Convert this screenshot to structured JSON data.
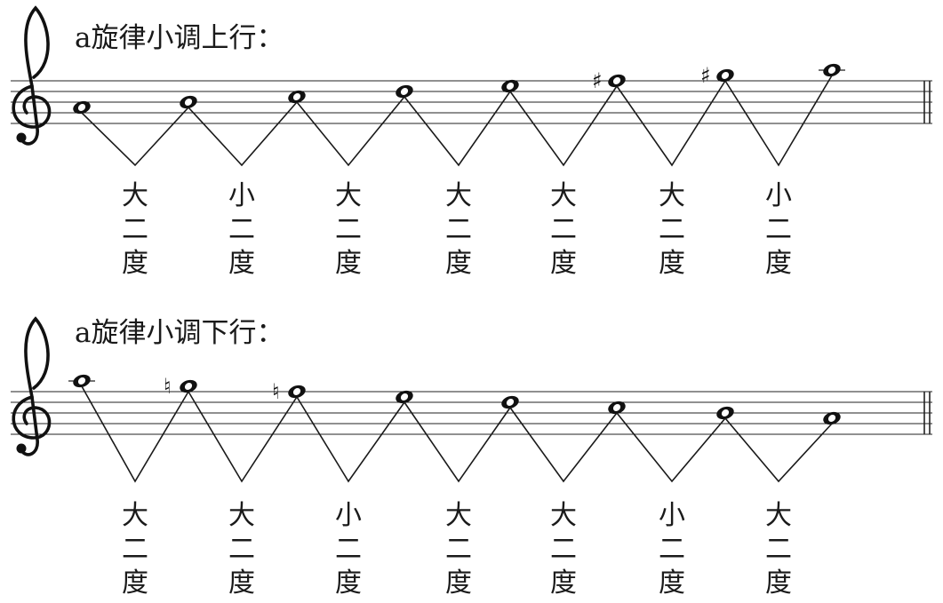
{
  "rows": [
    {
      "title": "a旋律小调上行：",
      "clef": "treble-clef-icon",
      "notes": [
        {
          "pitch": "A4",
          "accidental": ""
        },
        {
          "pitch": "B4",
          "accidental": ""
        },
        {
          "pitch": "C5",
          "accidental": ""
        },
        {
          "pitch": "D5",
          "accidental": ""
        },
        {
          "pitch": "E5",
          "accidental": ""
        },
        {
          "pitch": "F5",
          "accidental": "♯"
        },
        {
          "pitch": "G5",
          "accidental": "♯"
        },
        {
          "pitch": "A5",
          "accidental": ""
        }
      ],
      "intervals": [
        [
          "大",
          "二",
          "度"
        ],
        [
          "小",
          "二",
          "度"
        ],
        [
          "大",
          "二",
          "度"
        ],
        [
          "大",
          "二",
          "度"
        ],
        [
          "大",
          "二",
          "度"
        ],
        [
          "大",
          "二",
          "度"
        ],
        [
          "小",
          "二",
          "度"
        ]
      ]
    },
    {
      "title": "a旋律小调下行：",
      "clef": "treble-clef-icon",
      "notes": [
        {
          "pitch": "A5",
          "accidental": ""
        },
        {
          "pitch": "G5",
          "accidental": "♮"
        },
        {
          "pitch": "F5",
          "accidental": "♮"
        },
        {
          "pitch": "E5",
          "accidental": ""
        },
        {
          "pitch": "D5",
          "accidental": ""
        },
        {
          "pitch": "C5",
          "accidental": ""
        },
        {
          "pitch": "B4",
          "accidental": ""
        },
        {
          "pitch": "A4",
          "accidental": ""
        }
      ],
      "intervals": [
        [
          "大",
          "二",
          "度"
        ],
        [
          "大",
          "二",
          "度"
        ],
        [
          "小",
          "二",
          "度"
        ],
        [
          "大",
          "二",
          "度"
        ],
        [
          "大",
          "二",
          "度"
        ],
        [
          "小",
          "二",
          "度"
        ],
        [
          "大",
          "二",
          "度"
        ]
      ]
    }
  ]
}
